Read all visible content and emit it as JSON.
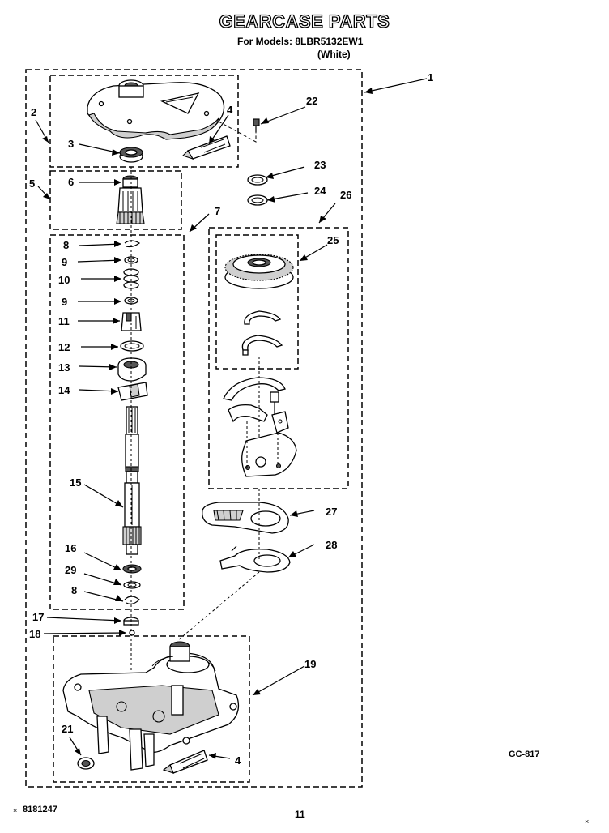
{
  "header": {
    "title": "GEARCASE PARTS",
    "models_line": "For Models: 8LBR5132EW1",
    "color_line": "(White)"
  },
  "footer": {
    "doc_number": "8181247",
    "page_number": "11",
    "figure_code": "GC-817"
  },
  "callouts": [
    "1",
    "2",
    "3",
    "4",
    "5",
    "6",
    "7",
    "8",
    "9",
    "10",
    "9",
    "11",
    "12",
    "13",
    "14",
    "15",
    "16",
    "29",
    "8",
    "17",
    "18",
    "19",
    "21",
    "4",
    "22",
    "23",
    "24",
    "26",
    "25",
    "27",
    "28"
  ]
}
